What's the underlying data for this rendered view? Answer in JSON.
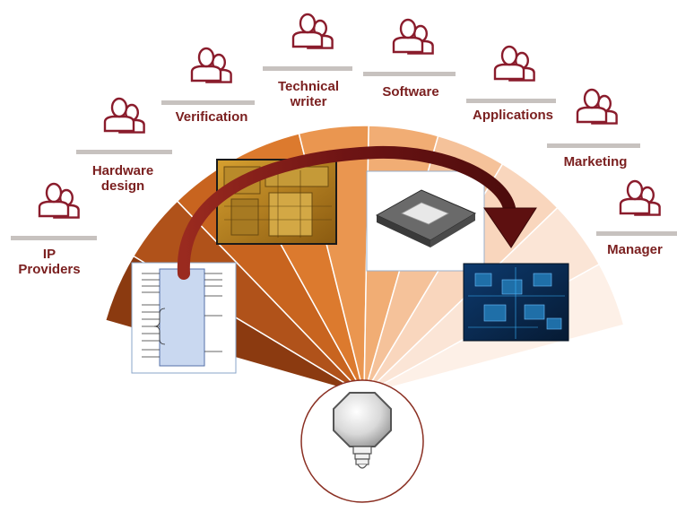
{
  "roles": [
    {
      "id": "ip-providers",
      "label": "IP\nProviders"
    },
    {
      "id": "hardware-design",
      "label": "Hardware\ndesign"
    },
    {
      "id": "verification",
      "label": "Verification"
    },
    {
      "id": "technical-writer",
      "label": "Technical\nwriter"
    },
    {
      "id": "software",
      "label": "Software"
    },
    {
      "id": "applications",
      "label": "Applications"
    },
    {
      "id": "marketing",
      "label": "Marketing"
    },
    {
      "id": "manager",
      "label": "Manager"
    }
  ],
  "icons": {
    "person": "people-pair-icon",
    "bulb": "light-bulb-icon"
  },
  "colors": {
    "label_text": "#7b2020",
    "person_outline": "#8a1c2c",
    "shelf": "#c7c2bf",
    "fan_dark": "#8b3a10",
    "fan_light": "#fff4ee",
    "arrow": "#6e1414"
  }
}
